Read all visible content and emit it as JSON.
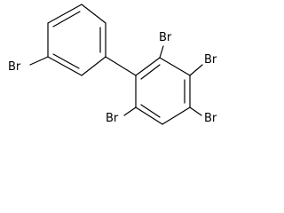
{
  "molecule": {
    "atom_labels": {
      "br_ring_a": "Br",
      "br_ortho_top": "Br",
      "br_meta_top": "Br",
      "br_para_right": "Br",
      "br_ortho_bottom": "Br"
    },
    "colors": {
      "bond": "#000000",
      "text": "#000000",
      "background": "#ffffff"
    }
  }
}
